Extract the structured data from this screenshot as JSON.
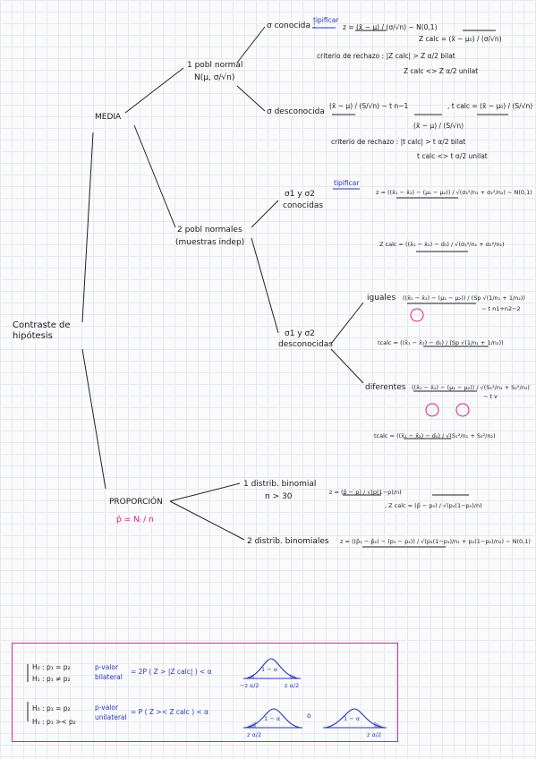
{
  "root": "Contraste de hipótesis",
  "media": {
    "label": "MEDIA",
    "pob_normal": {
      "label": "1 pobl normal",
      "dist": "N(μ, σ/√n)",
      "sigma_conocida": {
        "label": "σ conocida :",
        "tipificar": "tipificar",
        "z_formula": "z = (x̄ − μ) / (σ/√n) ~ N(0,1)",
        "zcalc": "Z calc = (x̄ − μ₀) / (σ/√n)",
        "criterio_bilat": "criterio de rechazo : |Z calc| > Z α/2   bilat",
        "criterio_unilat": "Z calc <> Z α/2   unilat"
      },
      "sigma_desconocida": {
        "label": "σ desconocida",
        "t_formula": "(x̄ − μ) / (S/√n) ~ t n−1",
        "t_formula2": "(x̄ − μ) / (S/√n)",
        "tcalc": ", t calc = (x̄ − μ₀) / (S/√n)",
        "criterio_bilat": "criterio de rechazo : |t calc| > t α/2   bilat",
        "criterio_unilat": "t calc <> t α/2   unilat"
      }
    },
    "dos_pobl": {
      "label": "2 pobl normales",
      "sub": "(muestras indep)",
      "conocidas": {
        "label": "σ1 y σ2",
        "label2": "conocidas",
        "tipificar": "tipificar",
        "z_formula": "z = ((x̄₁ − x̄₂) − (μ₁ − μ₂)) / √(σ₁²/n₁ + σ₂²/n₂) ~ N(0,1)",
        "zcalc": "Z calc = ((x̄₁ − x̄₂) − d₀) / √(σ₁²/n₁ + σ₂²/n₂)"
      },
      "desconocidas": {
        "label": "σ1 y σ2",
        "label2": "desconocidas",
        "iguales": {
          "label": "iguales",
          "formula": "((x̄₁ − x̄₂) − (μ₁ − μ₂)) / (Sp √(1/n₁ + 1/n₂))",
          "dist": "~ t n1+n2−2",
          "tcalc": "tcalc = ((x̄₁ − x̄₂) − d₀) / (Sp √(1/n₁ + 1/n₂))"
        },
        "diferentes": {
          "label": "diferentes",
          "formula": "((x̄₁ − x̄₂) − (μ₁ − μ₂)) / √(S₁²/n₁ + S₂²/n₂)",
          "dist": "~ t ν",
          "tcalc": "tcalc = ((x̄₁ − x̄₂) − d₀) / √(S₁²/n₁ + S₂²/n₂)"
        }
      }
    }
  },
  "proporcion": {
    "label": "PROPORCIÓN",
    "phat": "p̂ = Nᵢ / n",
    "una": {
      "label": "1 distrib. binomial",
      "cond": "n > 30",
      "formula": "z = (p̂ − p) / √(p(1−p)/n)",
      "zcalc": ", Z calc = (p̂ − p₀) / √(p₀(1−p₀)/n)"
    },
    "dos": {
      "label": "2 distrib. binomiales",
      "formula": "z = ((p̂₁ − p̂₂) − (p₁ − p₂)) / √(p₁(1−p₁)/n₁ + p₂(1−p₂)/n₂) ~ N(0,1)"
    }
  },
  "box": {
    "h0_bilat": "H₀ : p₁ = p₂",
    "h1_bilat": "H₁ : p₁ ≠ p₂",
    "pvalor_bilat_1": "p-valor",
    "pvalor_bilat_2": "bilateral",
    "eq_bilat": "= 2P ( Z > |Z calc| ) < α",
    "h0_unilat": "H₀ : p₁ = p₂",
    "h1_unilat": "H₁ : p₁ >< p₂",
    "pvalor_unilat_1": "p-valor",
    "pvalor_unilat_2": "unilateral",
    "eq_unilat": "= P ( Z >< Z calc ) < α",
    "curve1_center": "1 − α",
    "curve1_left": "−z α/2",
    "curve1_right": "z α/2",
    "curve2_center": "1 − α",
    "curve2_left": "z α/2",
    "o_label": "o",
    "curve3_center": "1 − α",
    "curve3_right": "z α/2"
  }
}
